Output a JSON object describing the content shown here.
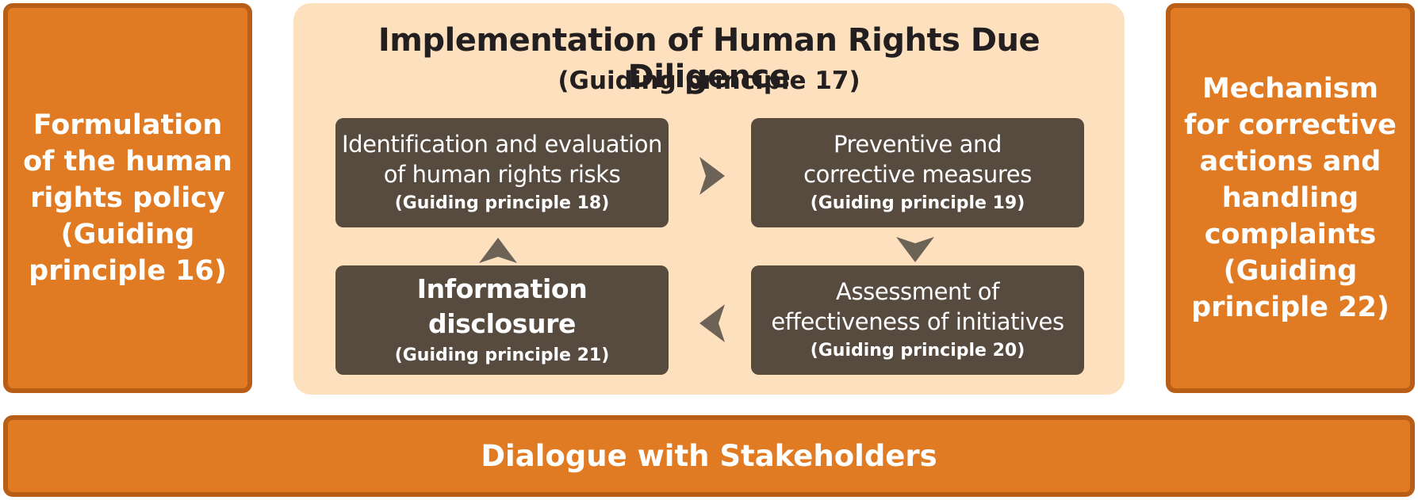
{
  "left_box": {
    "lines": [
      "Formulation",
      "of the human",
      "rights policy"
    ],
    "principle": [
      "(Guiding",
      "principle 16)"
    ]
  },
  "center": {
    "title": "Implementation of Human Rights Due Diligence",
    "subtitle": "(Guiding principle 17)",
    "steps": [
      {
        "lines": [
          "Identification and evaluation",
          "of human rights risks"
        ],
        "principle": "(Guiding principle 18)"
      },
      {
        "lines": [
          "Preventive and",
          "corrective measures"
        ],
        "principle": "(Guiding principle 19)"
      },
      {
        "lines": [
          "Assessment of",
          "effectiveness of initiatives"
        ],
        "principle": "(Guiding principle 20)"
      },
      {
        "lines": [
          "Information disclosure"
        ],
        "principle": "(Guiding principle 21)"
      }
    ]
  },
  "right_box": {
    "lines": [
      "Mechanism",
      "for corrective",
      "actions and",
      "handling",
      "complaints"
    ],
    "principle": [
      "(Guiding",
      "principle 22)"
    ]
  },
  "bottom_bar": {
    "label": "Dialogue with Stakeholders"
  },
  "colors": {
    "orange": "#e07b24",
    "orange_border": "#b95e16",
    "panel": "#fde1bf",
    "step_box": "#574b40",
    "arrow": "#6d6256"
  }
}
